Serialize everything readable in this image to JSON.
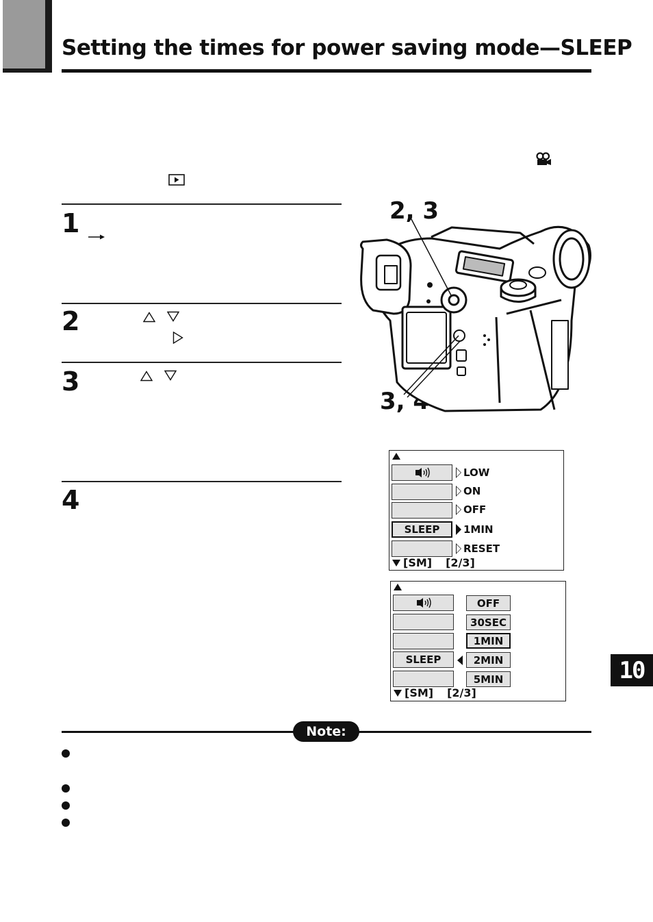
{
  "title": "Setting the times for power saving mode—SLEEP",
  "steps": [
    {
      "number": "1"
    },
    {
      "number": "2"
    },
    {
      "number": "3"
    },
    {
      "number": "4"
    }
  ],
  "callouts": {
    "upper": "2, 3",
    "lower": "3, 4"
  },
  "menu_top": {
    "rows": [
      {
        "label": "",
        "icon": "speaker-icon",
        "value": "LOW",
        "arrow": "open"
      },
      {
        "label": "",
        "value": "ON",
        "arrow": "open"
      },
      {
        "label": "",
        "value": "OFF",
        "arrow": "open"
      },
      {
        "label": "SLEEP",
        "value": "1MIN",
        "arrow": "solid",
        "selected": true
      },
      {
        "label": "",
        "value": "RESET",
        "arrow": "open"
      }
    ],
    "footer_mode": "[SM]",
    "footer_page": "[2/3]"
  },
  "menu_bottom": {
    "rows": [
      {
        "label": "",
        "icon": "speaker-icon"
      },
      {
        "label": ""
      },
      {
        "label": ""
      },
      {
        "label": "SLEEP",
        "selected": true
      },
      {
        "label": ""
      }
    ],
    "options": [
      "OFF",
      "30SEC",
      "1MIN",
      "2MIN",
      "5MIN"
    ],
    "selected_option": "1MIN",
    "footer_mode": "[SM]",
    "footer_page": "[2/3]"
  },
  "note_label": "Note:",
  "chapter": "10"
}
